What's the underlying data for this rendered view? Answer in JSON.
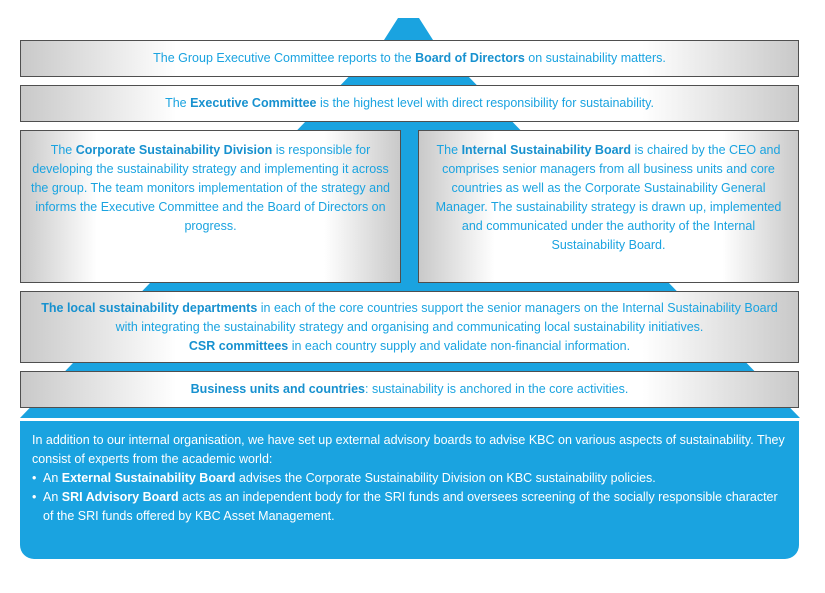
{
  "colors": {
    "accent": "#1aa3e0",
    "border": "#4f4f4f"
  },
  "boxes": {
    "board": {
      "pre": "The Group Executive Committee reports to the ",
      "bold": "Board of Directors",
      "post": " on sustainability matters."
    },
    "executive": {
      "pre": "The ",
      "bold": "Executive Committee",
      "post": " is the highest level with direct responsibility for sustainability."
    },
    "division": {
      "pre": "The ",
      "bold": "Corporate Sustainability Division",
      "post": " is responsible for developing the sustainability strategy and implementing it across the group. The team monitors implementation of the strategy and informs the Executive Committee and the Board of Directors on progress."
    },
    "internal_board": {
      "pre": "The ",
      "bold": "Internal Sustainability Board",
      "post": " is chaired by the CEO and comprises senior managers from all business units and core countries as well as the Corporate Sustainability General Manager. The sustainability strategy is drawn up, implemented and communicated under the authority of the Internal Sustainability Board."
    },
    "local": {
      "bold1": "The local sustainability departments",
      "post1": " in each of the core countries support the senior managers on the Internal Sustainability Board with integrating the sustainability strategy and organising and communicating local sustainability initiatives.",
      "bold2": "CSR committees",
      "post2": " in each country supply and validate non-financial information."
    },
    "business": {
      "bold": "Business units and countries",
      "post": ": sustainability is anchored in the core activities."
    }
  },
  "panel": {
    "intro": "In addition to our internal organisation, we have set up external advisory boards to advise KBC on various aspects of sustainability. They consist of experts from the academic world:",
    "items": [
      {
        "pre": "An ",
        "bold": "External Sustainability Board",
        "post": " advises the Corporate Sustainability Division on KBC sustainability policies."
      },
      {
        "pre": "An ",
        "bold": "SRI Advisory Board",
        "post": " acts as an independent body for the SRI funds and oversees screening of the socially responsible character of the SRI funds offered by KBC Asset Management."
      }
    ]
  }
}
